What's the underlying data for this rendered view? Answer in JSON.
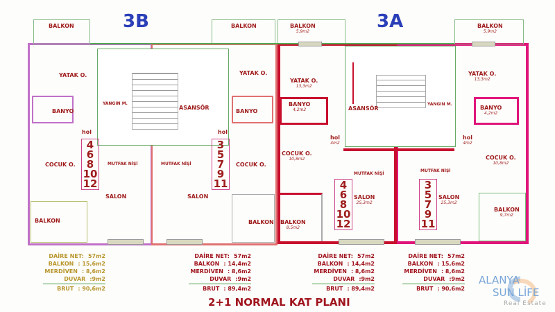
{
  "blocks": [
    {
      "name": "3B"
    },
    {
      "name": "3A"
    }
  ],
  "rooms": {
    "balkon": "BALKON",
    "yatak": "YATAK O.",
    "banyo": "BANYO",
    "yangin": "YANGIN M.",
    "asansor": "ASANSÖR",
    "hol": "hol",
    "cocuk": "COCUK O.",
    "mutfak": "MUTFAK NİŞİ",
    "salon": "SALON"
  },
  "areas": {
    "balkon_top": "5,9m2",
    "yatak": "13,3m2",
    "banyo": "4,2m2",
    "hol": "4m2",
    "cocuk": "10,8m2",
    "salon": "25,3m2",
    "balkon_left": "8,5m2",
    "balkon_right": "9,7m2"
  },
  "floors_even": [
    "4",
    "6",
    "8",
    "10",
    "12"
  ],
  "floors_odd": [
    "3",
    "5",
    "7",
    "9",
    "11"
  ],
  "stats": [
    {
      "daire_label": "DAİRE NET:",
      "daire": "57m2",
      "balkon_label": "BALKON",
      "balkon": ": 15,6m2",
      "merdiven_label": "MERDİVEN",
      "merdiven": ": 8,6m2",
      "duvar_label": "DUVAR",
      "duvar": ":9m2",
      "brut_label": "BRUT",
      "brut": ": 90,6m2",
      "color": "#b8962e"
    },
    {
      "daire_label": "DAİRE NET:",
      "daire": "57m2",
      "balkon_label": "BALKON",
      "balkon": ": 14,4m2",
      "merdiven_label": "MERDİVEN",
      "merdiven": ": 8,6m2",
      "duvar_label": "DUVAR",
      "duvar": ":9m2",
      "brut_label": "BRUT",
      "brut": ": 89,4m2",
      "color": "#a0141e"
    },
    {
      "daire_label": "DAİRE NET:",
      "daire": "57m2",
      "balkon_label": "BALKON",
      "balkon": ": 14,4m2",
      "merdiven_label": "MERDİVEN",
      "merdiven": ": 8,6m2",
      "duvar_label": "DUVAR",
      "duvar": ":9m2",
      "brut_label": "BRUT",
      "brut": ": 89,4m2",
      "color": "#a0141e"
    },
    {
      "daire_label": "DAİRE NET:",
      "daire": "57m2",
      "balkon_label": "BALKON",
      "balkon": ": 15,6m2",
      "merdiven_label": "MERDİVEN",
      "merdiven": ": 8,6m2",
      "duvar_label": "DUVAR",
      "duvar": ":9m2",
      "brut_label": "BRUT",
      "brut": ": 90,6m2",
      "color": "#a0141e"
    }
  ],
  "title": "2+1 NORMAL KAT PLANI",
  "logo": {
    "text1": "ALANYA",
    "text2": "SUN LİFE",
    "sub": "Real Estate"
  },
  "colors": {
    "unit3b_left": "#c070c8",
    "unit3b_right": "#e07070",
    "unit3a_left": "#c8102e",
    "unit3a_right": "#e0157a",
    "blue": "#2b3fb8"
  }
}
